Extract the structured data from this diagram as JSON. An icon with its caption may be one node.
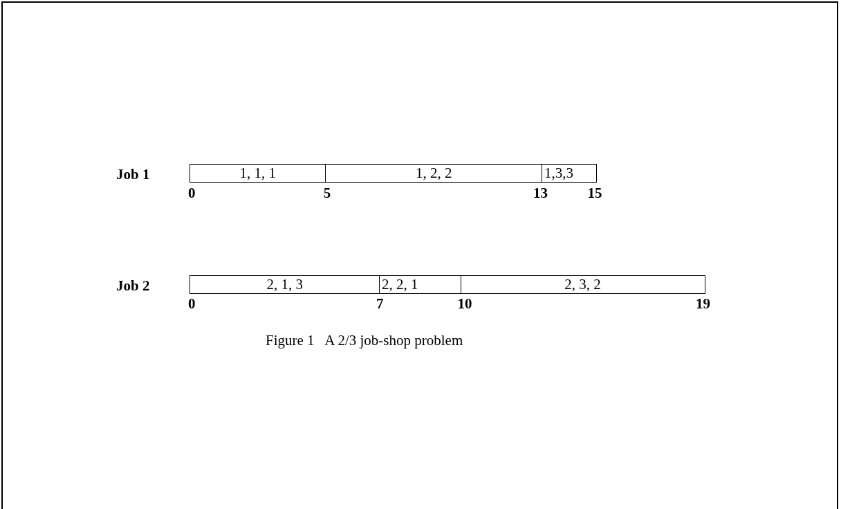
{
  "diagram": {
    "caption": "Figure 1   A 2/3 job-shop problem",
    "nodes": [
      {
        "text": [
          "1, 1, 1"
        ]
      },
      {
        "text": [
          "1, 2, 2"
        ]
      },
      {
        "text": [
          "1,3,3"
        ]
      },
      {
        "text": [
          "2, 1, 3"
        ]
      },
      {
        "text": [
          "2, 2, 1"
        ]
      },
      {
        "text": [
          "2, 3, 2"
        ]
      }
    ],
    "edges": [],
    "labels": [
      "Job 1",
      "0",
      "5",
      "13",
      "15",
      "Job 2",
      "0",
      "7",
      "10",
      "19"
    ]
  }
}
